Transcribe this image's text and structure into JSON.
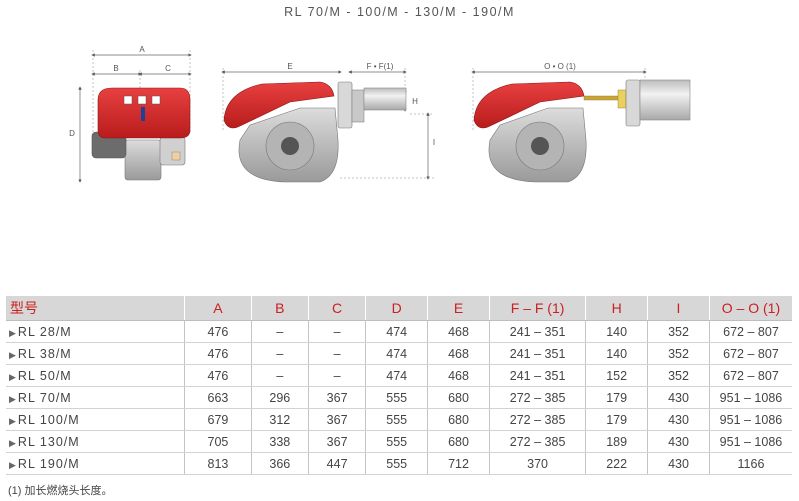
{
  "title": "RL 70/M  -  100/M  -  130/M  -  190/M",
  "dimension_labels": {
    "A": "A",
    "B": "B",
    "C": "C",
    "D": "D",
    "E": "E",
    "FF": "F • F(1)",
    "H": "H",
    "I": "I",
    "OO": "O • O (1)"
  },
  "table": {
    "headers": [
      "型号",
      "A",
      "B",
      "C",
      "D",
      "E",
      "F – F (1)",
      "H",
      "I",
      "O – O (1)"
    ],
    "rows": [
      [
        "RL 28/M",
        "476",
        "–",
        "–",
        "474",
        "468",
        "241 – 351",
        "140",
        "352",
        "672 – 807"
      ],
      [
        "RL 38/M",
        "476",
        "–",
        "–",
        "474",
        "468",
        "241 – 351",
        "140",
        "352",
        "672 – 807"
      ],
      [
        "RL 50/M",
        "476",
        "–",
        "–",
        "474",
        "468",
        "241 – 351",
        "152",
        "352",
        "672 – 807"
      ],
      [
        "RL 70/M",
        "663",
        "296",
        "367",
        "555",
        "680",
        "272 – 385",
        "179",
        "430",
        "951 – 1086"
      ],
      [
        "RL 100/M",
        "679",
        "312",
        "367",
        "555",
        "680",
        "272 – 385",
        "179",
        "430",
        "951 – 1086"
      ],
      [
        "RL 130/M",
        "705",
        "338",
        "367",
        "555",
        "680",
        "272 – 385",
        "189",
        "430",
        "951 – 1086"
      ],
      [
        "RL 190/M",
        "813",
        "366",
        "447",
        "555",
        "712",
        "370",
        "222",
        "430",
        "1166"
      ]
    ]
  },
  "footnote": "(1) 加长燃烧头长度。",
  "colors": {
    "header_text": "#cc1f1f",
    "header_bg": "#d7d7d7",
    "burner_red": "#d42a2a"
  }
}
